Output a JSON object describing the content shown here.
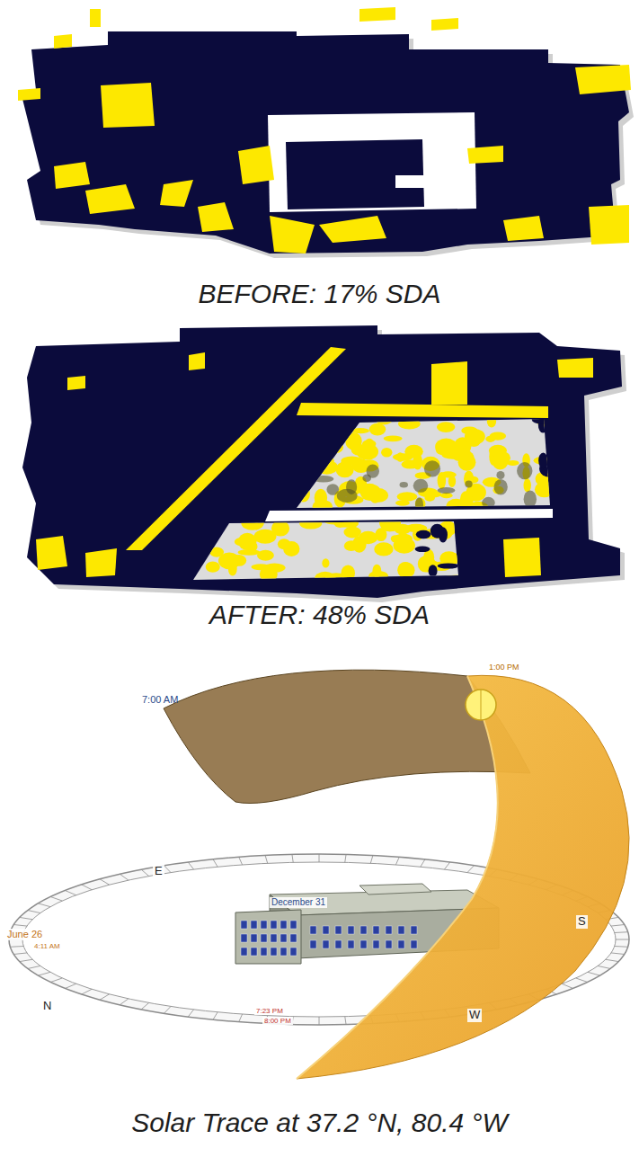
{
  "diagram": {
    "labels": [
      "BEFORE: 17% SDA",
      "AFTER: 48% SDA",
      "Solar Trace at 37.2 °N, 80.4 °W",
      "1:00 PM",
      "7:00 AM",
      "December 31",
      "June 26",
      "4:11 AM",
      "E",
      "S",
      "N",
      "W",
      "7:23 PM",
      "8:00 PM"
    ]
  }
}
